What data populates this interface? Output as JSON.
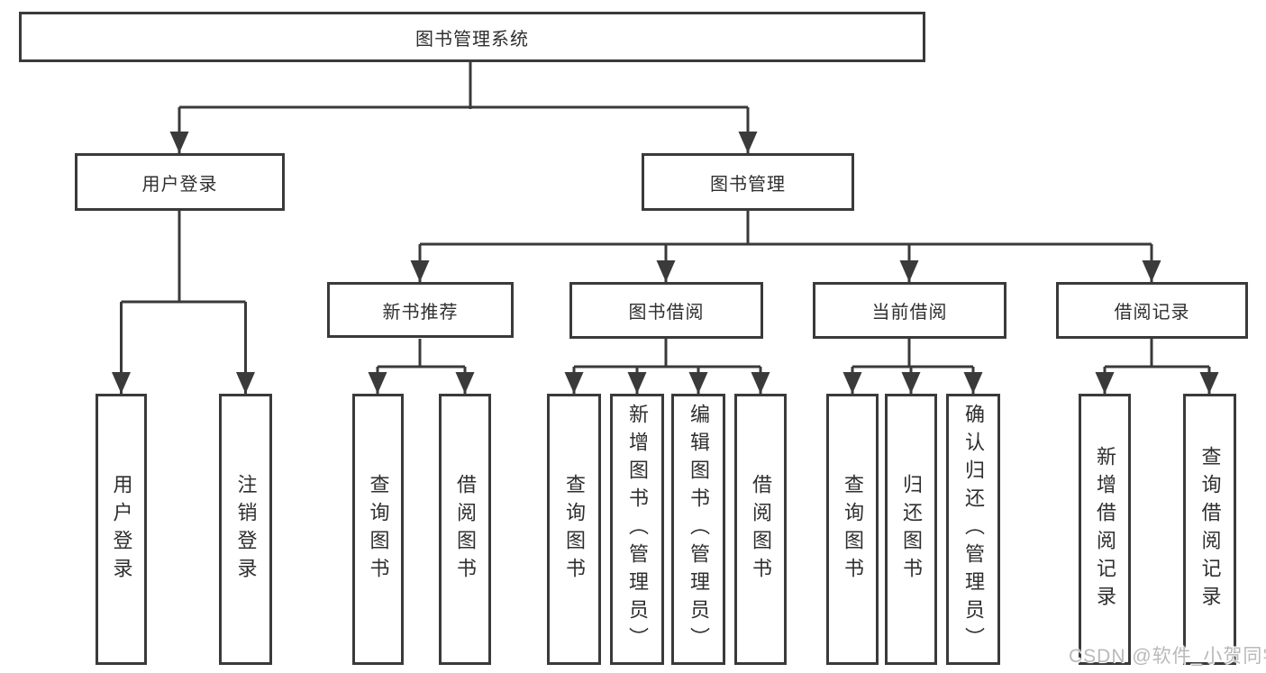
{
  "tree": {
    "root": {
      "label": "图书管理系统",
      "children": [
        {
          "label": "用户登录",
          "children": [
            {
              "label": "用户登录"
            },
            {
              "label": "注销登录"
            }
          ]
        },
        {
          "label": "图书管理",
          "children": [
            {
              "label": "新书推荐",
              "children": [
                {
                  "label": "查询图书"
                },
                {
                  "label": "借阅图书"
                }
              ]
            },
            {
              "label": "图书借阅",
              "children": [
                {
                  "label": "查询图书"
                },
                {
                  "label": "新增图书（管理员）"
                },
                {
                  "label": "编辑图书（管理员）"
                },
                {
                  "label": "借阅图书"
                }
              ]
            },
            {
              "label": "当前借阅",
              "children": [
                {
                  "label": "查询图书"
                },
                {
                  "label": "归还图书"
                },
                {
                  "label": "确认归还（管理员）"
                }
              ]
            },
            {
              "label": "借阅记录",
              "children": [
                {
                  "label": "新增借阅记录"
                },
                {
                  "label": "查询借阅记录"
                }
              ]
            }
          ]
        }
      ]
    }
  },
  "watermark": {
    "text": "CSDN @软件_小贺同学"
  },
  "colors": {
    "line": "#3a3a3a",
    "box_border": "#3a3a3a",
    "box_fill": "#ffffff",
    "text": "#2f2f2f",
    "watermark": "#b9b9b9",
    "background": "#ffffff"
  }
}
